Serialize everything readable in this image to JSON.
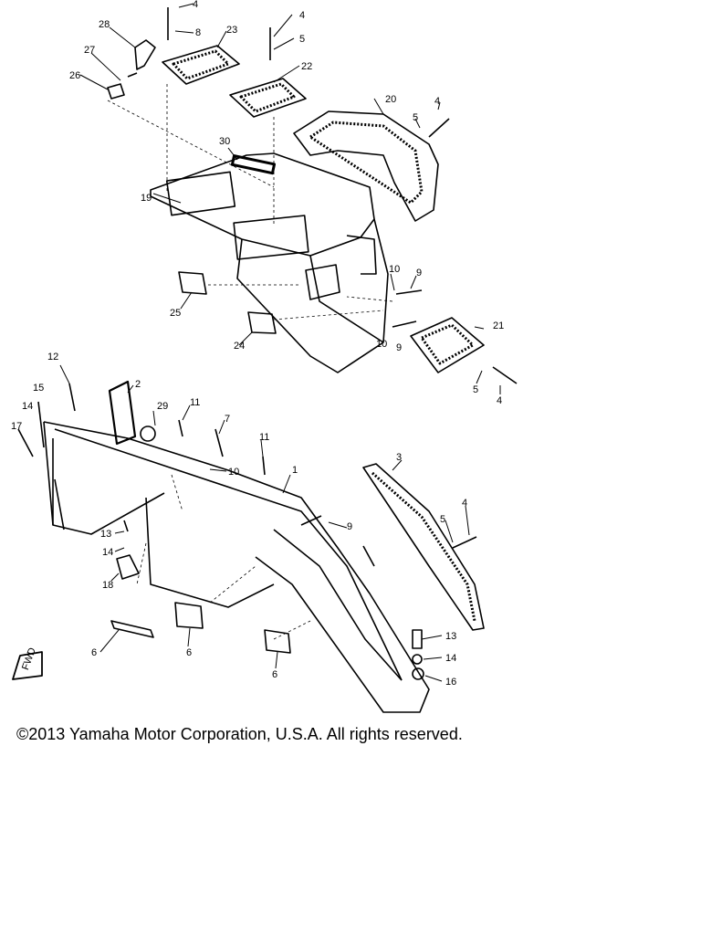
{
  "copyright": "©2013 Yamaha Motor Corporation, U.S.A. All rights reserved.",
  "fwd_label": "FWD",
  "callouts": [
    "1",
    "2",
    "3",
    "4",
    "5",
    "6",
    "7",
    "8",
    "9",
    "10",
    "11",
    "12",
    "13",
    "14",
    "15",
    "16",
    "17",
    "18",
    "19",
    "20",
    "21",
    "22",
    "23",
    "24",
    "25",
    "26",
    "27",
    "28",
    "29",
    "30"
  ]
}
